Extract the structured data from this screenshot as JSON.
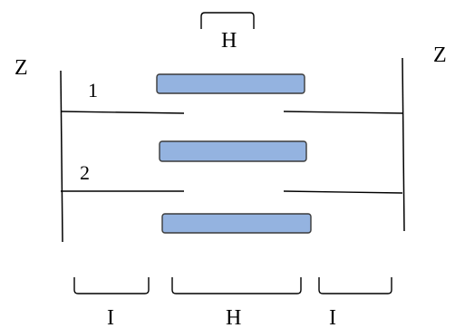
{
  "labels": {
    "top_h": "H",
    "left_z": "Z",
    "right_z": "Z",
    "line_1": "1",
    "line_2": "2",
    "bottom_i_left": "I",
    "bottom_h": "H",
    "bottom_i_right": "I"
  },
  "colors": {
    "bar_fill": "#94b3e0",
    "bar_stroke": "#3a3a3a",
    "line": "#000000"
  }
}
